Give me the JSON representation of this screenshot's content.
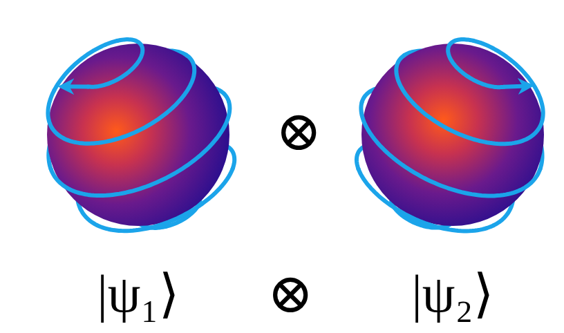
{
  "diagram": {
    "labels": [
      "⊗",
      "|ψ₁⟩",
      "⊗",
      "|ψ₂⟩"
    ]
  }
}
